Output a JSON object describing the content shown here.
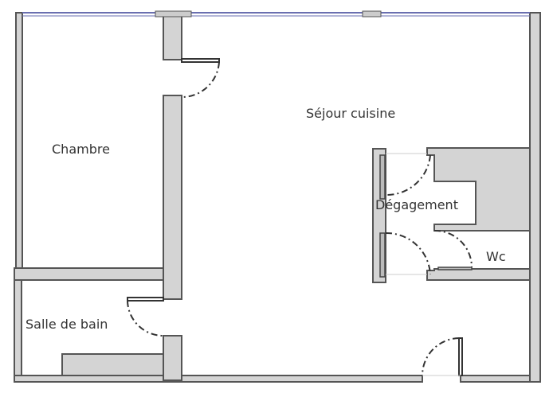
{
  "plan": {
    "rooms": [
      {
        "id": "sejour",
        "label": "Séjour cuisine"
      },
      {
        "id": "chambre",
        "label": "Chambre"
      },
      {
        "id": "degagement",
        "label": "Dégagement"
      },
      {
        "id": "wc",
        "label": "Wc"
      },
      {
        "id": "sdb",
        "label": "Salle de bain"
      }
    ],
    "colors": {
      "wall_fill": "#d4d4d4",
      "wall_stroke": "#555555",
      "window": "#6a6fb0",
      "door": "#333333"
    }
  }
}
